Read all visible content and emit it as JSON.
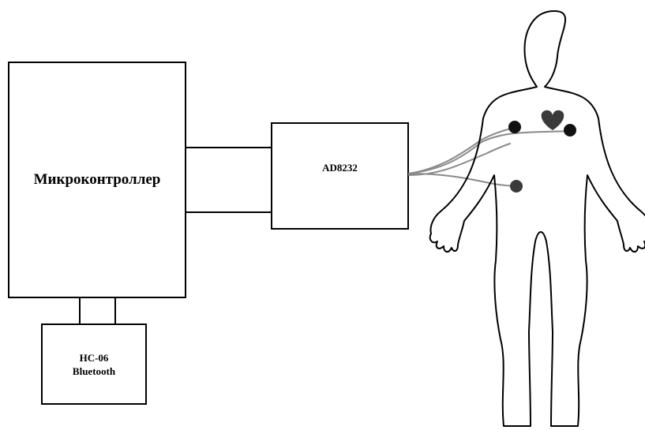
{
  "diagram": {
    "microcontroller": {
      "label": "Микроконтроллер"
    },
    "ad8232": {
      "label": "AD8232"
    },
    "bluetooth": {
      "line1": "HC-06",
      "line2": "Bluetooth"
    }
  },
  "colors": {
    "stroke": "#000000",
    "electrode_dark": "#111111",
    "electrode_grey": "#3a3a3a",
    "lead_wire": "#8a8a8a",
    "heart": "#3a3a3a"
  },
  "icons": {
    "human_body": "human-body-icon",
    "heart": "heart-icon",
    "electrode": "electrode-icon"
  }
}
